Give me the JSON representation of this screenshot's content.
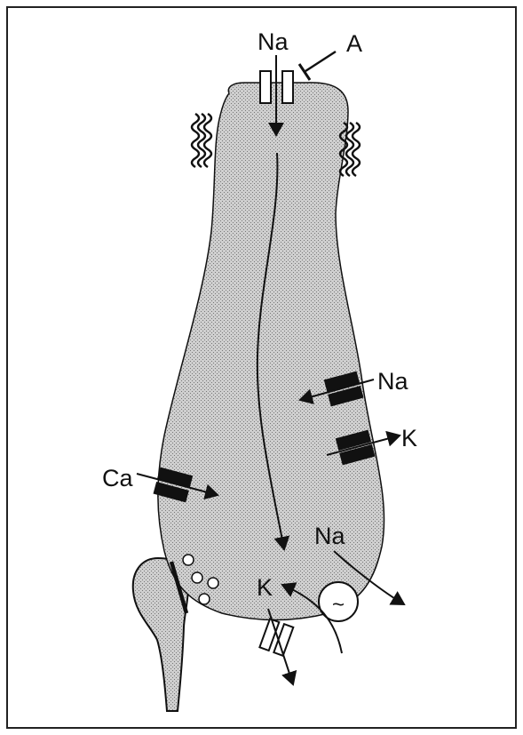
{
  "labels": {
    "top_na": "Na",
    "antagonist": "A",
    "right_na": "Na",
    "right_k": "K",
    "left_ca": "Ca",
    "bottom_na": "Na",
    "bottom_k": "K",
    "exchanger_symbol": "~"
  },
  "colors": {
    "cell_fill": "#c6c6c6",
    "outline": "#111111",
    "frame": "#222222",
    "channel_dark": "#111111",
    "channel_light": "#ffffff"
  }
}
